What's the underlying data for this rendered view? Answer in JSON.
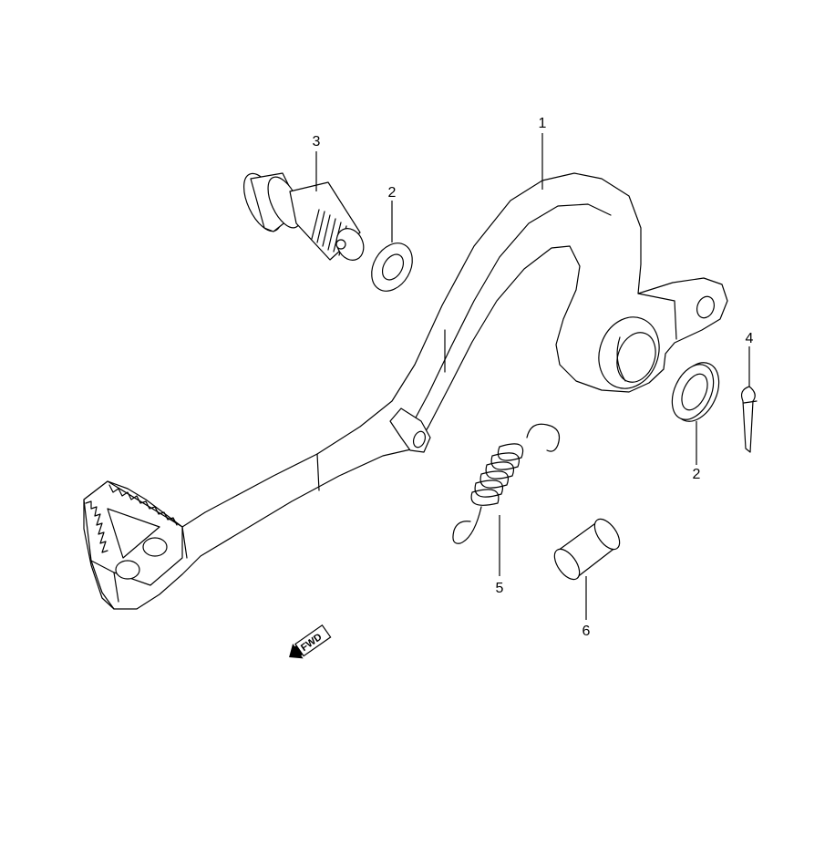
{
  "callouts": {
    "c1": "1",
    "c2a": "2",
    "c2b": "2",
    "c3": "3",
    "c4": "4",
    "c5": "5",
    "c6": "6"
  },
  "fwd_arrow": {
    "label": "FWD",
    "icon": "fwd-arrow-icon"
  },
  "colors": {
    "line": "#000000",
    "background": "#ffffff"
  }
}
